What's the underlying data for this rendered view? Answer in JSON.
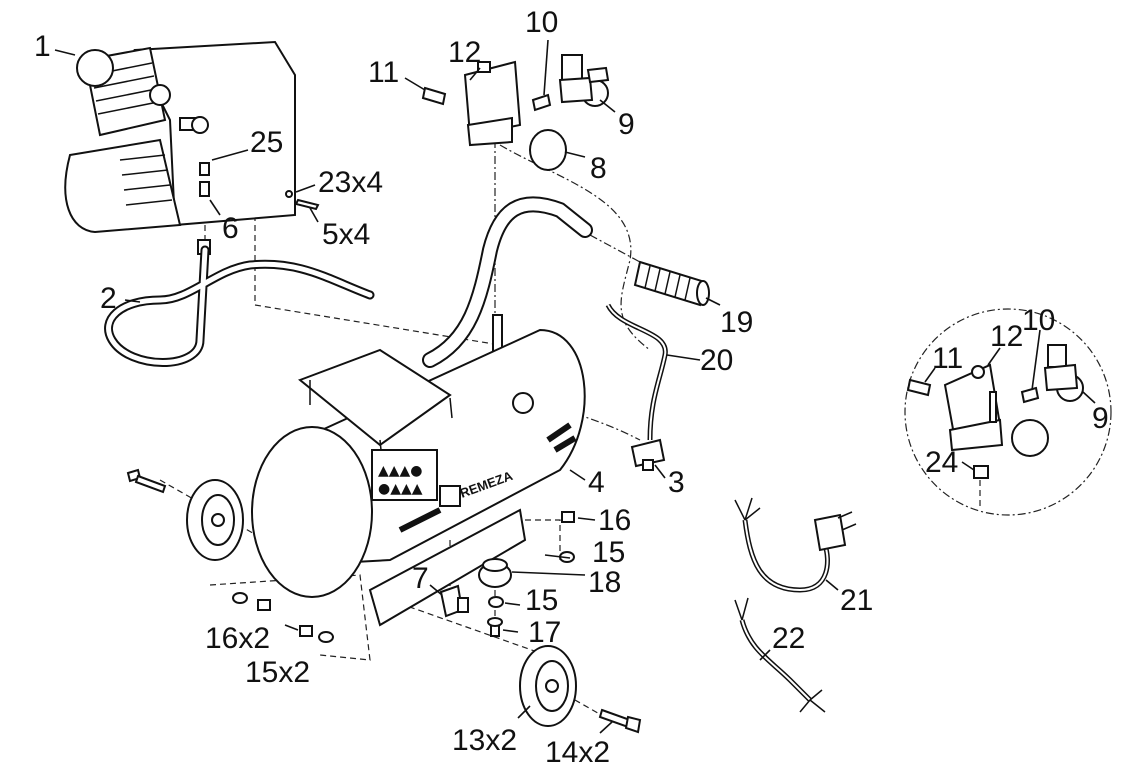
{
  "brand": "REMEZA",
  "callouts": {
    "c1": "1",
    "c2": "2",
    "c3": "3",
    "c4": "4",
    "c5x4": "5x4",
    "c6": "6",
    "c7": "7",
    "c8": "8",
    "c9": "9",
    "c10": "10",
    "c11": "11",
    "c12": "12",
    "c13x2": "13x2",
    "c14x2": "14x2",
    "c15a": "15",
    "c15b": "15",
    "c15x2": "15x2",
    "c16": "16",
    "c16x2": "16x2",
    "c17": "17",
    "c18": "18",
    "c19": "19",
    "c20": "20",
    "c21": "21",
    "c22": "22",
    "c23x4": "23x4",
    "c25": "25",
    "d9": "9",
    "d10": "10",
    "d11": "11",
    "d12": "12",
    "d24": "24"
  }
}
